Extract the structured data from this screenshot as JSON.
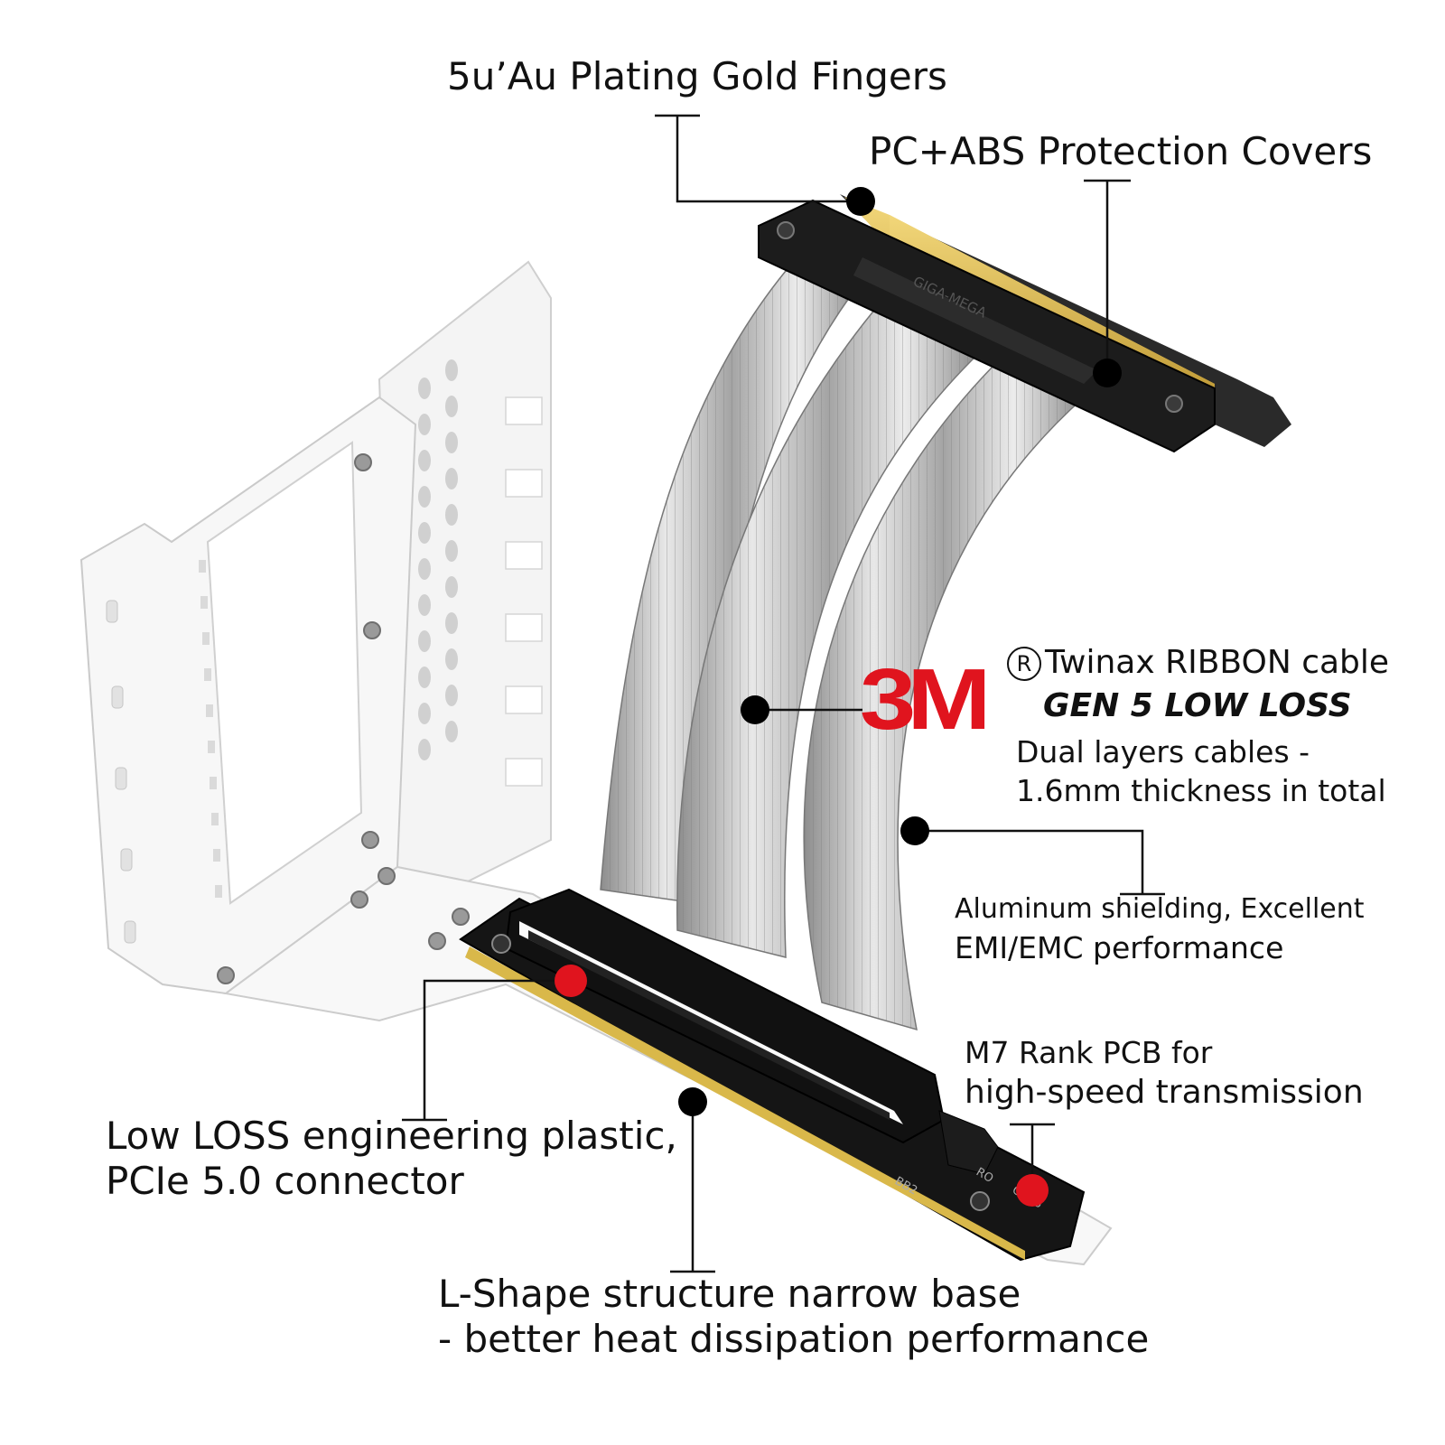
{
  "callouts": {
    "gold_fingers": "5u’Au Plating Gold Fingers",
    "covers": "PC+ABS Protection Covers",
    "brand_logo": "3M",
    "ribbon_reg_mark": "R",
    "ribbon_title": "Twinax RIBBON cable",
    "ribbon_gen": "GEN 5 LOW LOSS",
    "ribbon_line1": "Dual  layers cables -",
    "ribbon_line2": "1.6mm thickness in total",
    "shield_line1": "Aluminum shielding, Excellent",
    "shield_line2": "EMI/EMC performance",
    "pcb_line1": "M7 Rank PCB for",
    "pcb_line2": "high-speed  transmission",
    "plastic_line1": "Low LOSS engineering plastic,",
    "plastic_line2": "PCIe 5.0 connector",
    "base_line1": "L-Shape structure  narrow base",
    "base_line2": "- better heat dissipation performance"
  },
  "product_marks": {
    "cover_text": "GIGA-MEGA",
    "pcb_text1": "BB2",
    "pcb_text2": "RO",
    "pcb_text3": "GEN5"
  },
  "colors": {
    "accent_red": "#e0141e",
    "bracket_white": "#f2f2f2",
    "connector_black": "#1a1a1a",
    "gold": "#d9b84a",
    "ribbon_silver": "#b8b8b8"
  }
}
